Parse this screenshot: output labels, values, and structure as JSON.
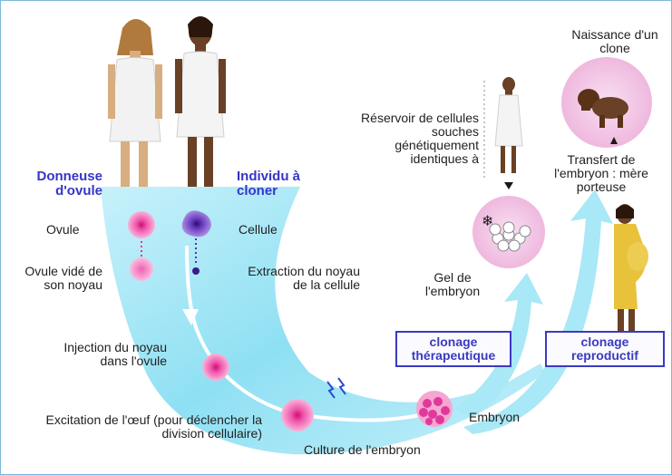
{
  "donor_title": "Donneuse d'ovule",
  "individual_title": "Individu à cloner",
  "ovule": "Ovule",
  "cellule": "Cellule",
  "ovule_vide": "Ovule vidé de son noyau",
  "extraction": "Extraction du noyau de la cellule",
  "injection": "Injection du noyau dans l'ovule",
  "excitation": "Excitation de l'œuf (pour déclencher la division cellulaire)",
  "culture": "Culture de l'embryon",
  "embryon": "Embryon",
  "gel": "Gel de l'embryon",
  "reservoir": "Réservoir de cellules souches génétiquement identiques à",
  "naissance": "Naissance d'un clone",
  "transfert": "Transfert de l'embryon : mère porteuse",
  "clonage_therapeutique": "clonage thérapeutique",
  "clonage_reproductif": "clonage reproductif",
  "colors": {
    "label_blue": "#3535c8",
    "flow_cyan": "#7fdcf0",
    "egg_pink": "#e0399a",
    "cell_purple": "#5a2fa6",
    "circle_pink": "#f3c6e6"
  }
}
